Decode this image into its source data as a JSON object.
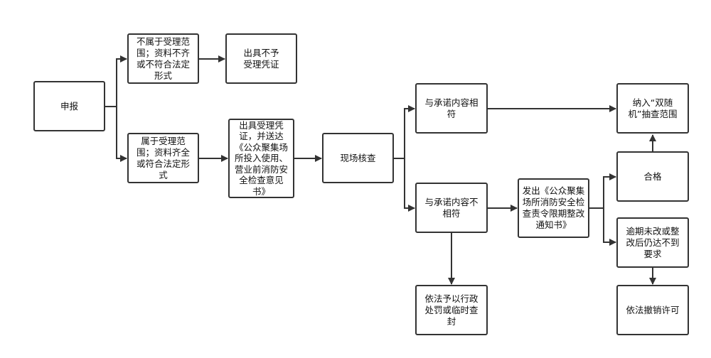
{
  "nodes": {
    "apply": "申报",
    "out_of_scope": "不属于受理范围；资料不齐或不符合法定形式",
    "no_receipt": "出具不予受理凭证",
    "in_scope": "属于受理范围；资料齐全或符合法定形式",
    "issue_receipt": "出具受理凭证，并送达《公众聚集场所投入使用、营业前消防安全检查意见书》",
    "site_check": "现场核查",
    "consistent": "与承诺内容相符",
    "inconsistent": "与承诺内容不相符",
    "rectify_notice": "发出《公众聚集场所消防安全检查责令限期整改通知书》",
    "penalty": "依法予以行政处罚或临时查封",
    "random_check": "纳入“双随机”抽查范围",
    "qualified": "合格",
    "overdue": "逾期未改或整改后仍达不到要求",
    "revoke": "依法撤销许可"
  },
  "colors": {
    "stroke": "#333333",
    "background": "#ffffff",
    "text": "#111111"
  }
}
